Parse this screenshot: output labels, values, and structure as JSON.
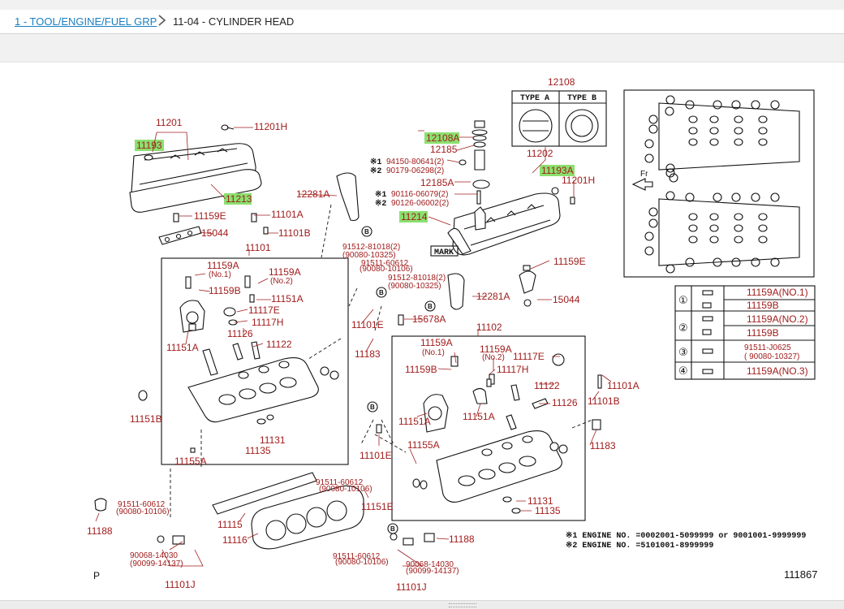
{
  "breadcrumb": {
    "parent_label": "1 - TOOL/ENGINE/FUEL GRP",
    "current_label": "11-04 - CYLINDER HEAD"
  },
  "icons": {
    "separator": "chevron-right-icon",
    "arrow": "left-arrow-icon"
  },
  "colors": {
    "part_label": "#a11c1c",
    "highlight": "#8be06f",
    "link": "#1a7fc1"
  },
  "diagram": {
    "part_labels": [
      "11201",
      "11193",
      "11213",
      "11201H",
      "11159E",
      "11101A",
      "15044",
      "11101B",
      "11101",
      "11159A",
      "(No.1)",
      "11159B",
      "11159A",
      "(No.2)",
      "11151A",
      "11117E",
      "11117H",
      "11126",
      "11122",
      "11151A",
      "11183",
      "11101E",
      "11151B",
      "11155A",
      "11131",
      "11135",
      "12108",
      "12108A",
      "12185",
      "94150-80641(2)",
      "90179-06298(2)",
      "12185A",
      "90116-06079(2)",
      "90126-06002(2)",
      "12281A",
      "11202",
      "11193A",
      "11201H",
      "11214",
      "MARK",
      "91512-81018(2)",
      "(90080-10325)",
      "91511-60612",
      "(90080-10106)",
      "91512-81018(2)",
      "(90080-10325)",
      "11159E",
      "12281A",
      "15044",
      "15678A",
      "11102",
      "11159A",
      "(No.1)",
      "11159A",
      "(No.2)",
      "11117E",
      "11117H",
      "11159B",
      "11122",
      "11126",
      "11151A",
      "11151A",
      "11101A",
      "11101B",
      "11155A",
      "11101E",
      "11183",
      "11131",
      "11135",
      "91511-60612",
      "(90080-10106)",
      "11115",
      "11116",
      "11151E",
      "91511-60612",
      "(90080-10106)",
      "11188",
      "90068-14030",
      "(90099-14137)",
      "11101J",
      "91511-60612",
      "(90080-10106)",
      "11188",
      "90068-14030",
      "(90099-14137)",
      "11101J"
    ],
    "highlighted_parts": [
      "11193",
      "11213",
      "12108A",
      "11193A",
      "11214"
    ],
    "mark_1": "※1",
    "mark_2": "※2",
    "type_a": "TYPE A",
    "type_b": "TYPE B",
    "front_label": "Fr",
    "torque_table": [
      {
        "num": "①",
        "parts": [
          "11159A(NO.1)",
          "11159B"
        ]
      },
      {
        "num": "②",
        "parts": [
          "11159A(NO.2)",
          "11159B"
        ]
      },
      {
        "num": "③",
        "parts": [
          "91511-J0625",
          "( 90080-10327)"
        ]
      },
      {
        "num": "④",
        "parts": [
          "11159A(NO.3)"
        ]
      }
    ],
    "notes": [
      "※1 ENGINE NO. =0002001-5099999 or 9001001-9999999",
      "※2 ENGINE NO. =5101001-8999999"
    ],
    "page_marker": "P",
    "illustration_no": "111867"
  }
}
